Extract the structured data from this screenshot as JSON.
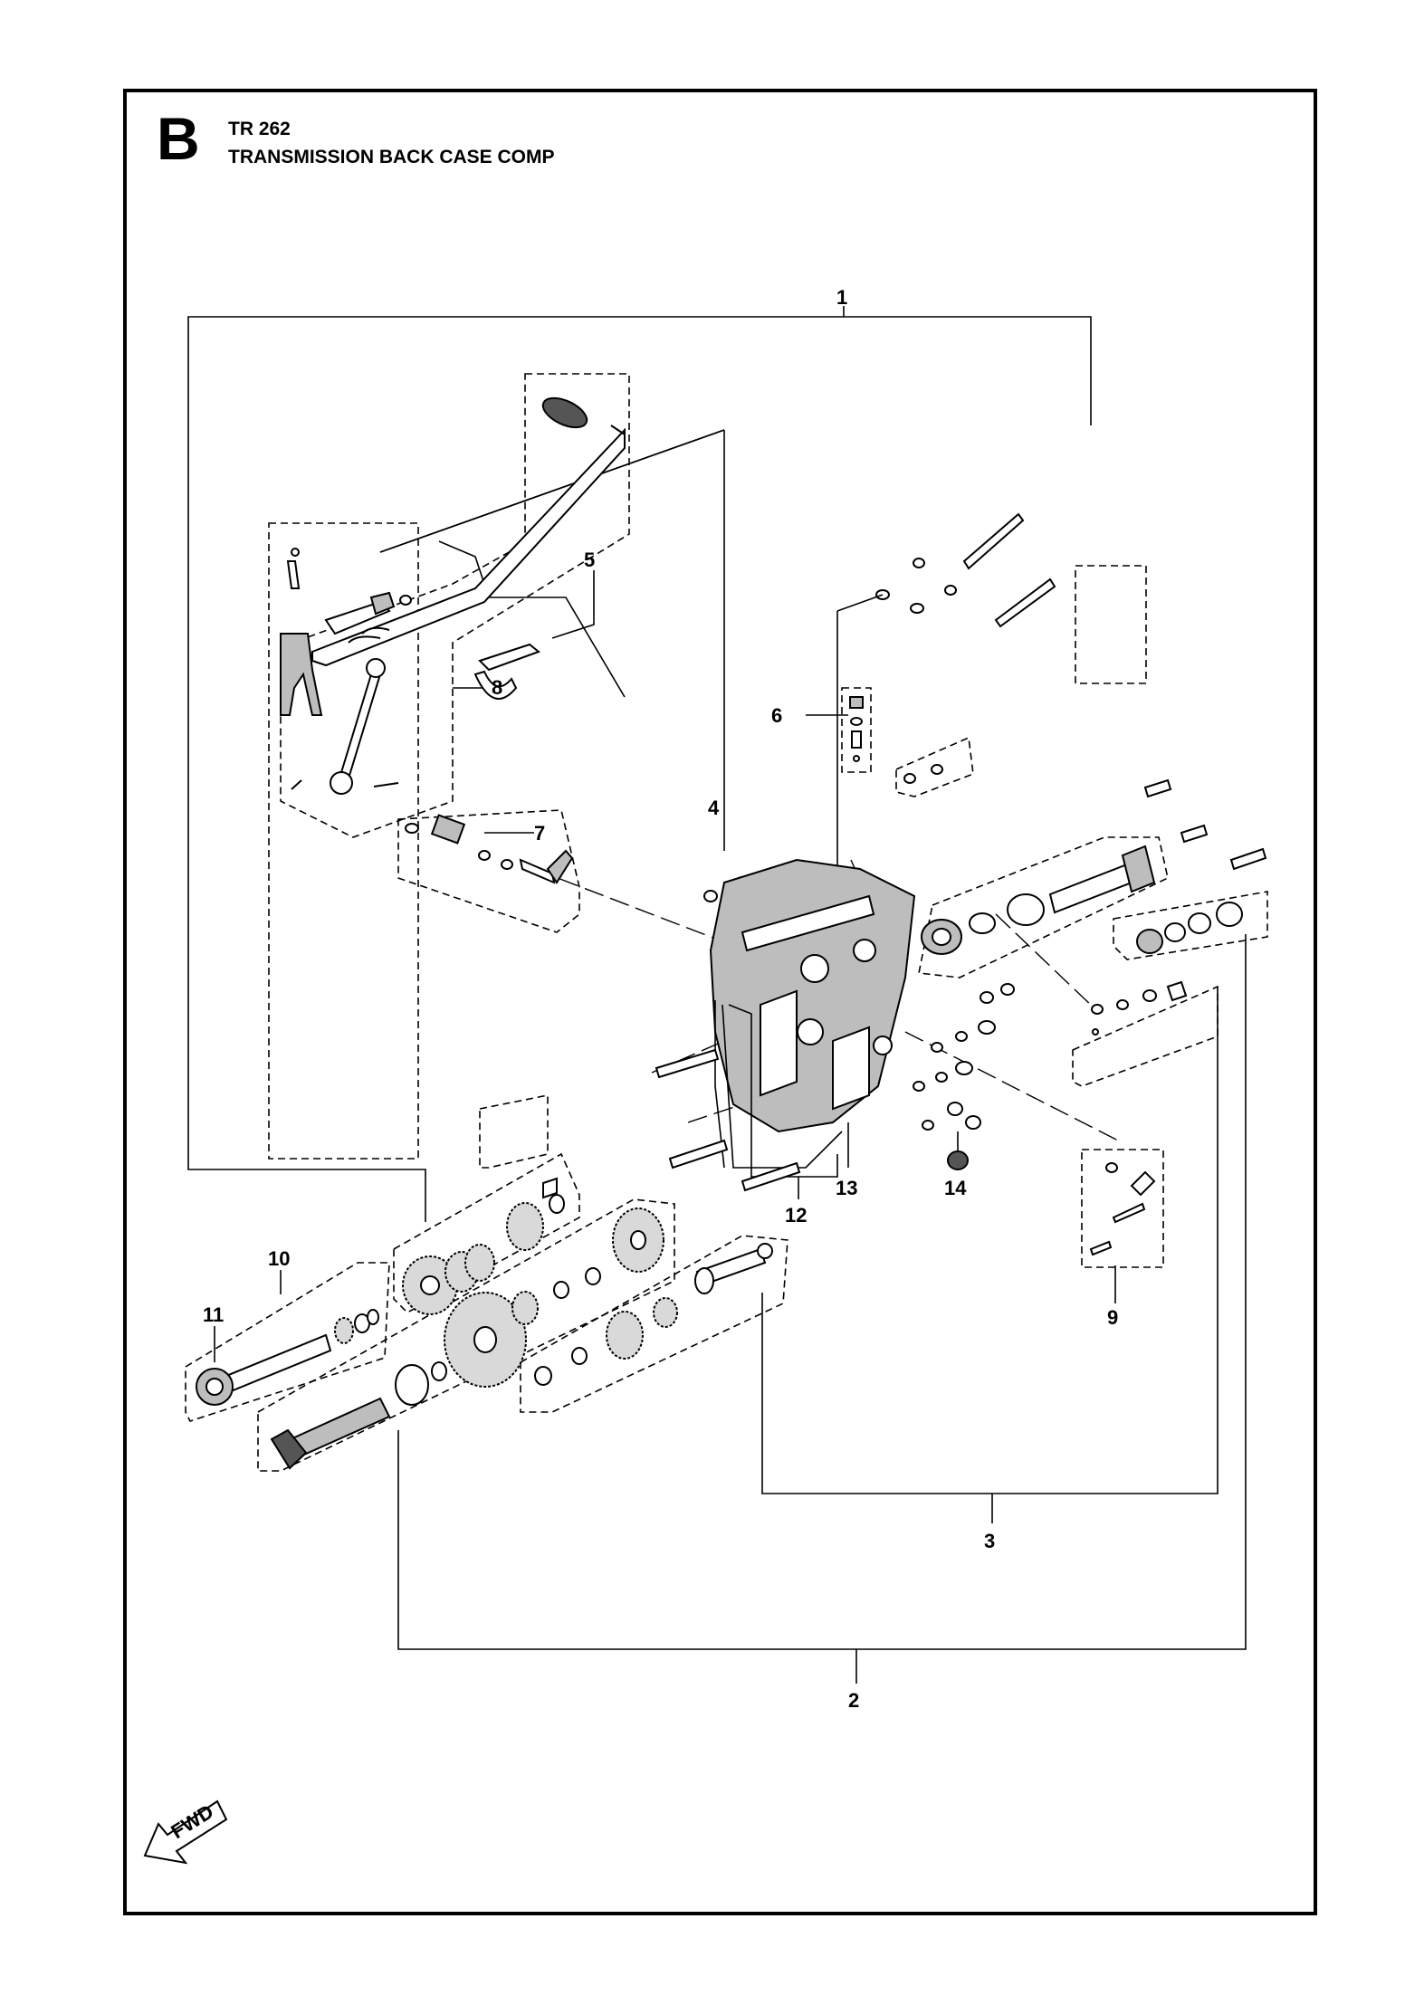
{
  "header": {
    "section_letter": "B",
    "model": "TR 262",
    "title": "TRANSMISSION BACK CASE COMP"
  },
  "callouts": [
    "1",
    "2",
    "3",
    "4",
    "5",
    "6",
    "7",
    "8",
    "9",
    "10",
    "11",
    "12",
    "13",
    "14"
  ],
  "fwd_label": "FWD"
}
